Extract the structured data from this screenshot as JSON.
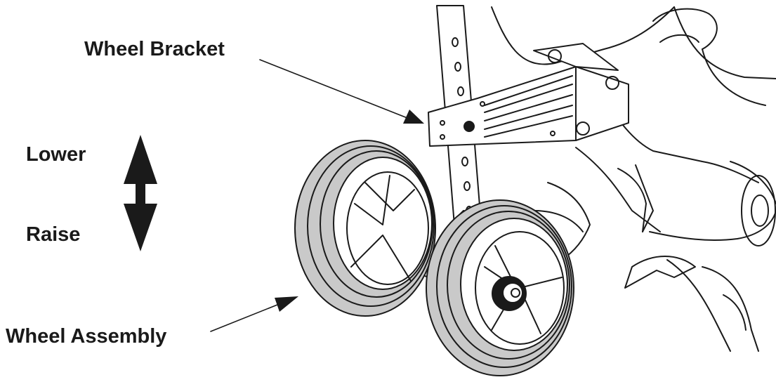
{
  "labels": {
    "wheel_bracket": "Wheel Bracket",
    "lower": "Lower",
    "raise": "Raise",
    "wheel_assembly": "Wheel Assembly"
  },
  "colors": {
    "line": "#1a1a1a",
    "tire": "#c9c9c9",
    "background": "#ffffff"
  }
}
